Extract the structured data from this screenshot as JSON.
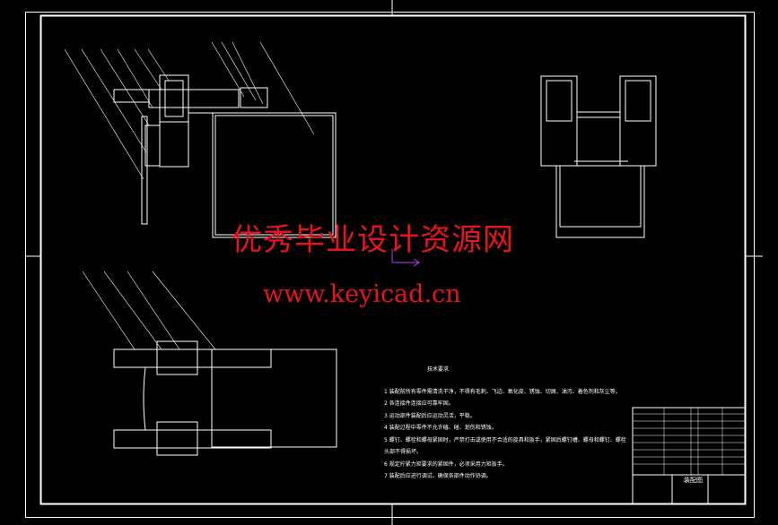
{
  "watermark": {
    "title": "优秀毕业设计资源网",
    "url": "www.keyicad.cn",
    "color": "#e8141c"
  },
  "notes": {
    "heading": "技术要求",
    "items": [
      "1 装配前所有零件需清洗干净，不得有毛刺、飞边、氧化皮、锈蚀、切屑、油污、着色剂和灰尘等。",
      "2 各连接件连接应可靠牢固。",
      "3 运动部件装配后应运动灵活，平稳。",
      "4 装配过程中零件不允许磕、碰、划伤和锈蚀。",
      "5 螺钉、螺栓和螺母紧固时，严禁打击或使用不合适的旋具和扳手，紧固后螺钉槽、螺母和螺钉、螺栓头部不得损坏。",
      "6 规定拧紧力矩要求的紧固件，必须采用力矩扳手。",
      "7 装配后应进行调试，确保各部件动作协调。"
    ]
  },
  "title_block": {
    "name": "装配图"
  },
  "colors": {
    "line": "#ffffff",
    "ucs": "#b040ff"
  }
}
